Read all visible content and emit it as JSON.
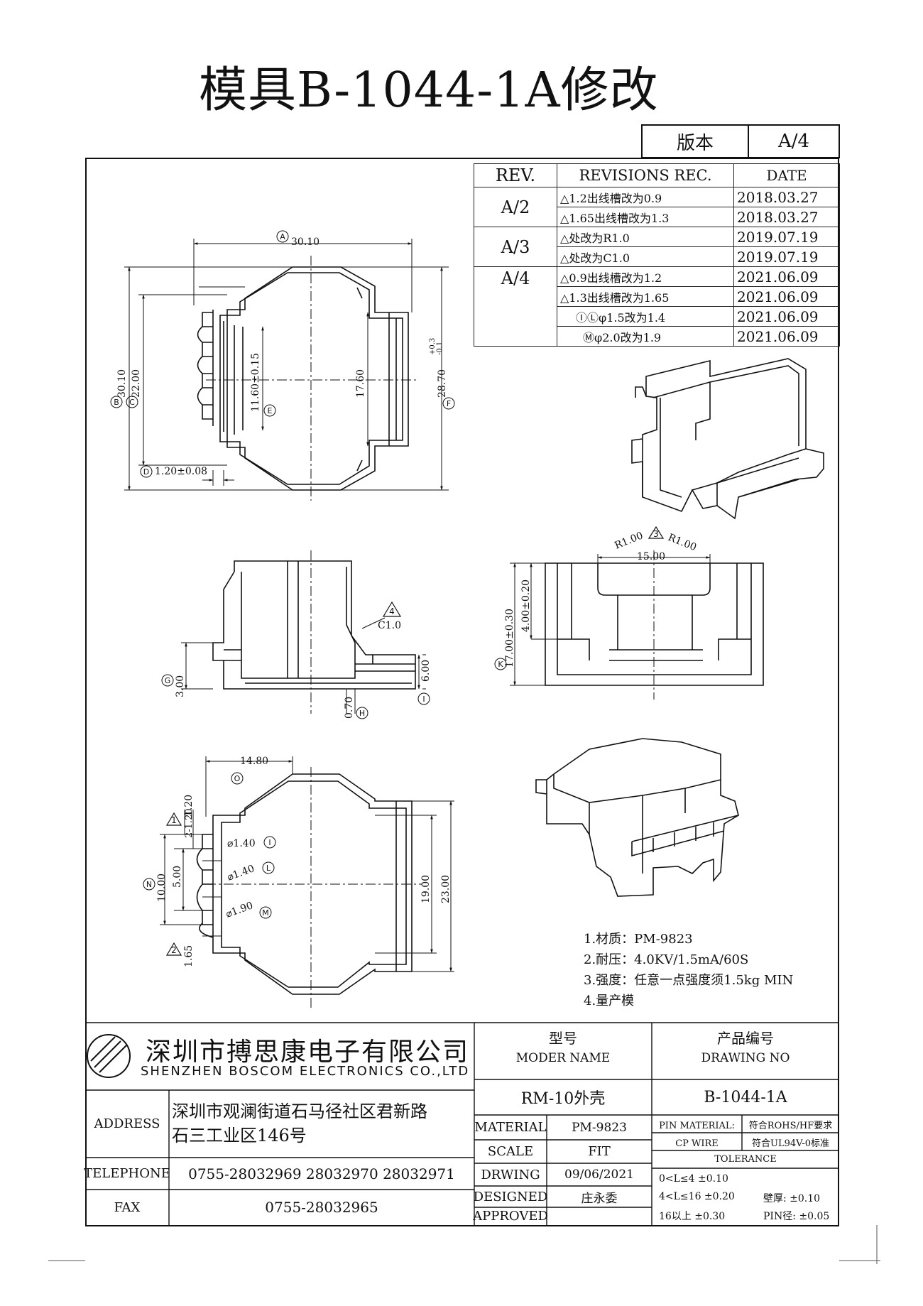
{
  "title": "模具B-1044-1A修改",
  "version": {
    "label": "版本",
    "value": "A/4"
  },
  "revision_table": {
    "headers": [
      "REV.",
      "REVISIONS REC.",
      "DATE"
    ],
    "rows": [
      {
        "rev": "A/2",
        "mark": "1",
        "desc": "1.2出线槽改为0.9",
        "date": "2018.03.27"
      },
      {
        "rev": "",
        "mark": "2",
        "desc": "1.65出线槽改为1.3",
        "date": "2018.03.27"
      },
      {
        "rev": "A/3",
        "mark": "3",
        "desc": "处改为R1.0",
        "date": "2019.07.19"
      },
      {
        "rev": "",
        "mark": "4",
        "desc": "处改为C1.0",
        "date": "2019.07.19"
      },
      {
        "rev": "A/4",
        "mark": "1",
        "desc": "0.9出线槽改为1.2",
        "date": "2021.06.09"
      },
      {
        "rev": "",
        "mark": "2",
        "desc": "1.3出线槽改为1.65",
        "date": "2021.06.09"
      },
      {
        "rev": "",
        "mark": "IL",
        "desc": "φ1.5改为1.4",
        "date": "2021.06.09"
      },
      {
        "rev": "",
        "mark": "M",
        "desc": "φ2.0改为1.9",
        "date": "2021.06.09"
      }
    ]
  },
  "dimensions": {
    "top_width": "30.10",
    "left_height_b": "30.10",
    "left_height_c": "22.00",
    "inner_e": "11.60±0.15",
    "inner_17": "17.60",
    "right_f": "28.70",
    "right_f_tol_up": "+0.3",
    "right_f_tol_low": "-0.1",
    "d_dim": "1.20±0.08",
    "chamfer": "C1.0",
    "g_dim": "3.00",
    "h_dim": "0.70",
    "i_dim": "6.00",
    "r_left": "R1.00",
    "r_right": "R1.00",
    "width_15": "15.00",
    "k_height": "17.00±0.30",
    "k_inner": "4.00±0.20",
    "bottom_width": "14.80",
    "pitch_a": "1.20",
    "pitch_b": "2-1.20",
    "n_dim": "10.00",
    "n_inner": "5.00",
    "hole_i": "⌀1.40",
    "hole_l": "⌀1.40",
    "hole_m": "⌀1.90",
    "slot_165": "1.65",
    "h19": "19.00",
    "h23": "23.00"
  },
  "dim_letters": {
    "a": "A",
    "b": "B",
    "c": "C",
    "d": "D",
    "e": "E",
    "f": "F",
    "g": "G",
    "h": "H",
    "i": "I",
    "k": "K",
    "l": "L",
    "m": "M",
    "n": "N",
    "o": "O",
    "rev1": "1",
    "rev2": "2",
    "rev3": "3",
    "rev4": "4"
  },
  "notes": [
    "1.材质：PM-9823",
    "2.耐压：4.0KV/1.5mA/60S",
    "3.强度：任意一点强度须1.5kg MIN",
    "4.量产模"
  ],
  "company": {
    "name_cn": "深圳市搏思康电子有限公司",
    "name_en": "SHENZHEN BOSCOM ELECTRONICS CO.,LTD"
  },
  "contact": {
    "address_label": "ADDRESS",
    "address_line1": "深圳市观澜街道石马径社区君新路",
    "address_line2": "石三工业区146号",
    "telephone_label": "TELEPHONE",
    "telephone": "0755-28032969 28032970 28032971",
    "fax_label": "FAX",
    "fax": "0755-28032965"
  },
  "title_block": {
    "model_label_cn": "型号",
    "model_label_en": "MODER NAME",
    "model_value": "RM-10外壳",
    "drawing_label_cn": "产品编号",
    "drawing_label_en": "DRAWING NO",
    "drawing_value": "B-1044-1A",
    "material_label": "MATERIAL",
    "material_value": "PM-9823",
    "scale_label": "SCALE",
    "scale_value": "FIT",
    "drwing_label": "DRWING",
    "drwing_value": "09/06/2021",
    "designed_label": "DESIGNED",
    "designed_value": "庄永委",
    "approved_label": "APPROVED",
    "approved_value": "",
    "pin_material_label": "PIN MATERIAL:",
    "pin_material_value": "符合ROHS/HF要求",
    "cp_wire_label": "CP WIRE",
    "cp_wire_value": "符合UL94V-0标准",
    "tolerance_label": "TOLERANCE",
    "tol_1": "0<L≤4  ±0.10",
    "tol_2": "4<L≤16 ±0.20",
    "tol_3": "16以上   ±0.30",
    "wall_label": "壁厚:",
    "wall_value": "±0.10",
    "pin_label": "PIN径:",
    "pin_value": "±0.05"
  }
}
